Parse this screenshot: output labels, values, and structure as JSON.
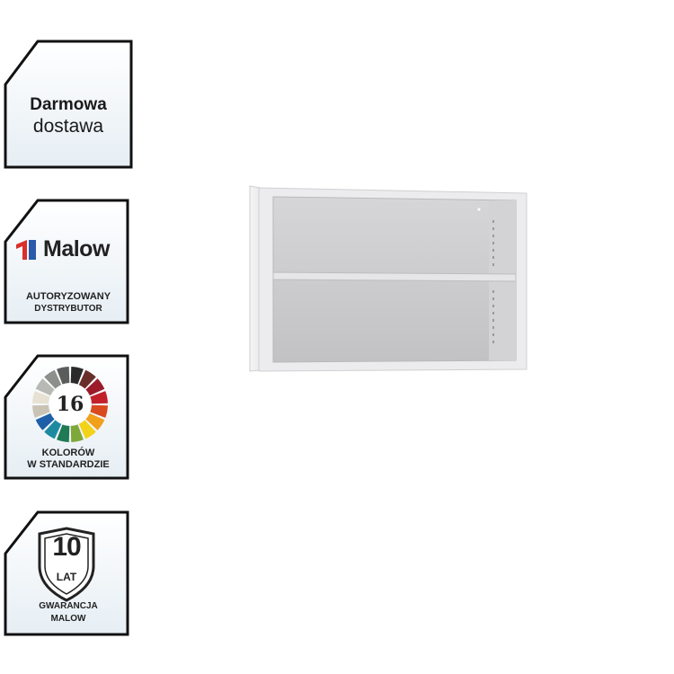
{
  "badges": {
    "delivery": {
      "line1": "Darmowa",
      "line2": "dostawa"
    },
    "malow": {
      "brand": "Malow",
      "line1": "AUTORYZOWANY",
      "line2": "DYSTRYBUTOR"
    },
    "colors": {
      "number": "16",
      "line1": "KOLORÓW",
      "line2": "W STANDARDZIE"
    },
    "warranty": {
      "number": "10",
      "unit": "LAT",
      "line1": "GWARANCJA",
      "line2": "MALOW"
    }
  },
  "product": {
    "image_icon": "open-wall-cabinet-image"
  },
  "colors": {
    "badge_border": "#111111",
    "badge_fill": "#eef3f7",
    "brand_red": "#d9302a",
    "brand_blue": "#2a5aa8",
    "cabinet_light": "#ececee",
    "cabinet_inner": "#c9c9cb"
  }
}
